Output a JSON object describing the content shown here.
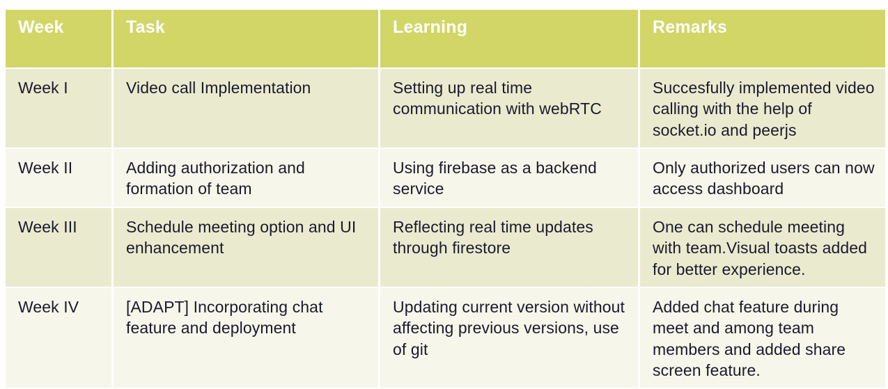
{
  "table": {
    "columns": [
      {
        "key": "week",
        "label": "Week"
      },
      {
        "key": "task",
        "label": "Task"
      },
      {
        "key": "learning",
        "label": "Learning"
      },
      {
        "key": "remarks",
        "label": "Remarks"
      }
    ],
    "rows": [
      {
        "week": "Week I",
        "task": "Video call Implementation",
        "learning": "Setting up real time communication with webRTC",
        "remarks": "Succesfully implemented video calling with the help of socket.io and peerjs"
      },
      {
        "week": "Week II",
        "task": "Adding authorization and formation of team",
        "learning": "Using firebase as a backend service",
        "remarks": "Only authorized users can now access dashboard"
      },
      {
        "week": "Week III",
        "task": "Schedule meeting option and UI enhancement",
        "learning": "Reflecting real time updates through firestore",
        "remarks": "One can schedule meeting with team.Visual toasts added for better experience."
      },
      {
        "week": "Week IV",
        "task": "[ADAPT] Incorporating chat feature and deployment",
        "learning": "Updating current version without affecting previous versions, use of git",
        "remarks": "Added chat feature during meet and among team members and added share screen feature."
      }
    ]
  },
  "colors": {
    "header_background": "#d2d667",
    "header_text": "#ffffff",
    "row_shade_a": "#eaeacf",
    "row_shade_b": "#f6f6ea",
    "body_text": "#1a1a2e",
    "page_background": "#ffffff"
  }
}
